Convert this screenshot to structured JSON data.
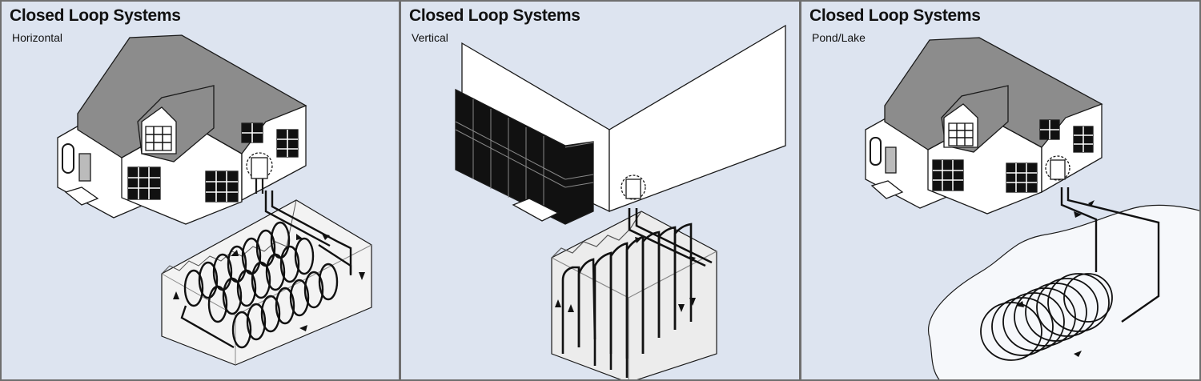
{
  "panels": [
    {
      "title": "Closed Loop Systems",
      "subtitle": "Horizontal"
    },
    {
      "title": "Closed Loop Systems",
      "subtitle": "Vertical"
    },
    {
      "title": "Closed Loop Systems",
      "subtitle": "Pond/Lake"
    }
  ],
  "colors": {
    "background": "#dde4f0",
    "roof": "#8c8c8c",
    "wall": "#ffffff",
    "outline": "#1a1a1a",
    "ground_box": "#f2f2f2",
    "glass": "#111111",
    "panel_border": "#6f6f6f"
  },
  "icons": [
    "house-icon",
    "office-building-icon",
    "heat-pump-unit-icon",
    "flow-arrow-icon"
  ]
}
